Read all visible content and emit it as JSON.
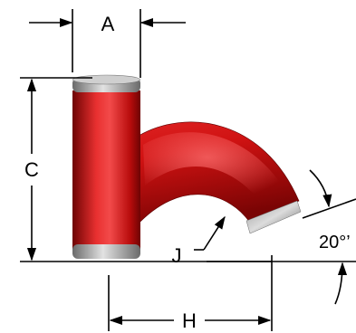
{
  "diagram": {
    "dimension_labels": {
      "a": "A",
      "c": "C",
      "h": "H",
      "j": "J",
      "angle": "20°’"
    },
    "colors": {
      "fitting_red": "#d11414",
      "fitting_dark": "#7e0404",
      "fitting_highlight": "#ff6a6a",
      "cap_gray": "#8c8c8c",
      "cap_light": "#d8d8d8",
      "line": "#000000"
    }
  }
}
